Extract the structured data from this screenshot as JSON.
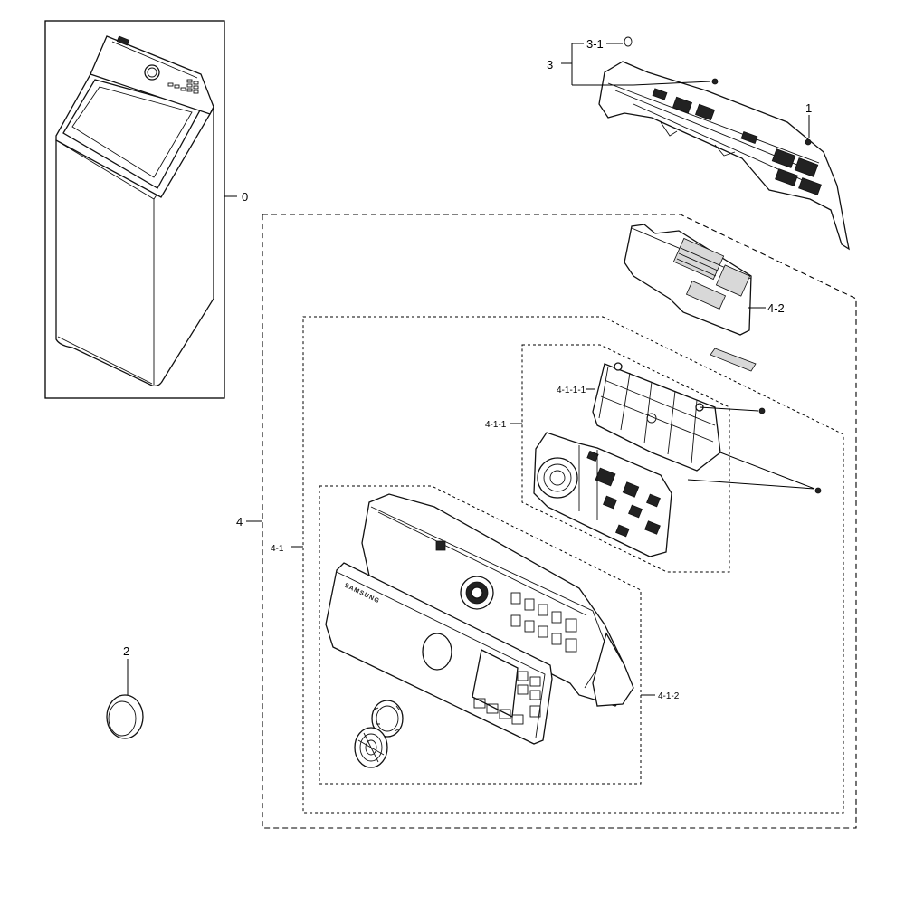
{
  "callouts": {
    "c0": "0",
    "c1": "1",
    "c2": "2",
    "c3": "3",
    "c3_1": "3-1",
    "c4": "4",
    "c4_1": "4-1",
    "c4_1_1": "4-1-1",
    "c4_1_1_1": "4-1-1-1",
    "c4_1_2": "4-1-2",
    "c4_2": "4-2"
  },
  "brand_logo": "SAMSUNG"
}
